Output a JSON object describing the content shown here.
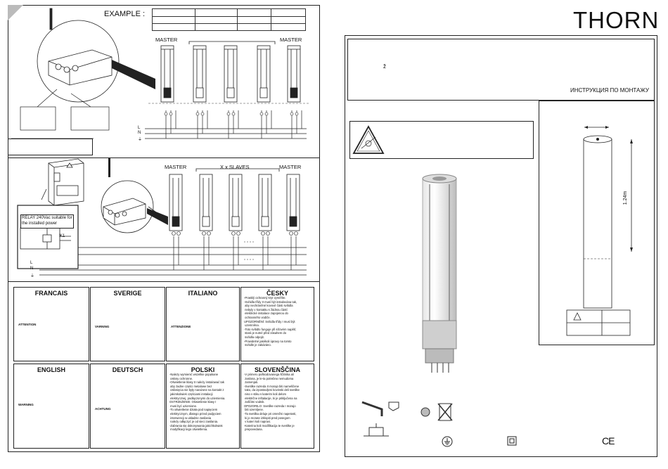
{
  "brand": "THORN",
  "left": {
    "example_label": "EXAMPLE :",
    "master_label": "MASTER",
    "slaves_label": "X x SLAVES",
    "line_labels": [
      "L",
      "N",
      "⏚"
    ],
    "relay_note": "RELAY 240Vac suitable for the installed power",
    "relay_tag": "K1"
  },
  "languages": [
    {
      "name": "FRANCAIS",
      "warn": "ATTENTION",
      "body": ""
    },
    {
      "name": "SVERIGE",
      "warn": "VARNING",
      "body": ""
    },
    {
      "name": "ITALIANO",
      "warn": "ATTENZIONE",
      "body": ""
    },
    {
      "name": "ČESKY",
      "warn": "",
      "body": "-Prasklý ochranný kryt vyměňte.\n-Svítidla třídy II musí být instalována tak,\n aby nechráněné kovové části svítidla\n nebyly v kontaktu s žádnou částí\n elektrické instalace zapojenou do\n ochranného vodiče.\nUPOZORNĚNÍ: Svítidla třídy I musí být\n uzemněna.\n-Toto svítidlo funguje při síťovém napětí;\n stará je nutné před zásahem do\n svítidla odpojit.\n-Pravidelné jakékoli úpravy na tomto\n svítidle je zakázáno."
    },
    {
      "name": "ENGLISH",
      "warn": "WARNING",
      "body": ""
    },
    {
      "name": "DEUTSCH",
      "warn": "ACHTUNG",
      "body": ""
    },
    {
      "name": "POLSKI",
      "warn": "",
      "body": "-Należy wymienić wszelkie popękane\n osłony ochronne.\n-Oświetlenie klasy II należy instalować tak\n aby żadne części metalowe bez\n osłonięcia nie były narażone na kontakt z\n jakimkolwiek częściami instalacji\n elektrycznej, podłączonymi do uziemienia.\nOSTRZEŻENIE: Oświetlenie klasy I\n musi być uziemione.\n-To oświetlenie działa pod napięciem\n elektrycznym, dlatego przed podjęciem\n interwencji w układzie zasilania\n należy odłączyć je od sieci zasilania.\n-Zabrania się dokonywania jakichkolwiek\n modyfikacji tego oświetlenia."
    },
    {
      "name": "SLOVENŠČINA",
      "warn": "",
      "body": "-V primeru poškodovanega ščitnika ali\n zaslona, je le-ta potrebno nemudoma\n zamenjati.\n-Svetilke razreda II morajo biti nameščene\n tako, da izpostavljeni kovinski deli svetilke\n niso v stiku s katerim koli delom\n električne inštalacije, ki je priključena na\n zaščitni vodnik.\nOPOZORILO: Svetilke razreda I morajo\n biti ozemljene.\n-Ta svetilka deluje pri omrežni napetosti,\n ki jo morate izklopiti pred posegom\n v kateri koli napravi.\n-Katerina koli modifikacija te svetilke je\n prepovedana."
    }
  ],
  "right": {
    "title_char": "ž",
    "subtitle": "ИНСТРУКЦИЯ ПО МОНТАЖУ",
    "dimension": "1.24m",
    "ce": "CE"
  }
}
